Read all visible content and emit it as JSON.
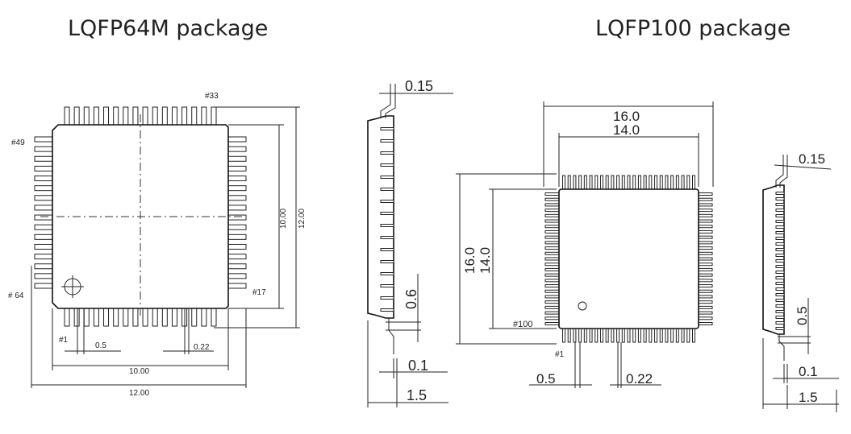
{
  "titles": {
    "left": "LQFP64M package",
    "right": "LQFP100 package"
  },
  "lqfp64": {
    "pin_count": 64,
    "pin_labels": {
      "pin1": "#1",
      "pin17": "#17",
      "pin33": "#33",
      "pin49": "#49",
      "pin64": "# 64"
    },
    "dims": {
      "pitch": "0.5",
      "lead_width": "0.22",
      "body_width": "10.00",
      "total_width": "12.00",
      "body_height": "10.00",
      "total_height": "12.00"
    },
    "side": {
      "lead_thickness": "0.15",
      "lead_length": "0.6",
      "standoff": "0.1",
      "height": "1.5"
    }
  },
  "lqfp100": {
    "pin_count": 100,
    "pin_labels": {
      "pin1": "#1",
      "pin100": "#100"
    },
    "dims": {
      "total_width": "16.0",
      "body_width": "14.0",
      "total_height": "16.0",
      "body_height": "14.0",
      "pitch": "0.5",
      "lead_width": "0.22"
    },
    "side": {
      "lead_thickness": "0.15",
      "lead_length": "0.5",
      "standoff": "0.1",
      "height": "1.5"
    }
  }
}
